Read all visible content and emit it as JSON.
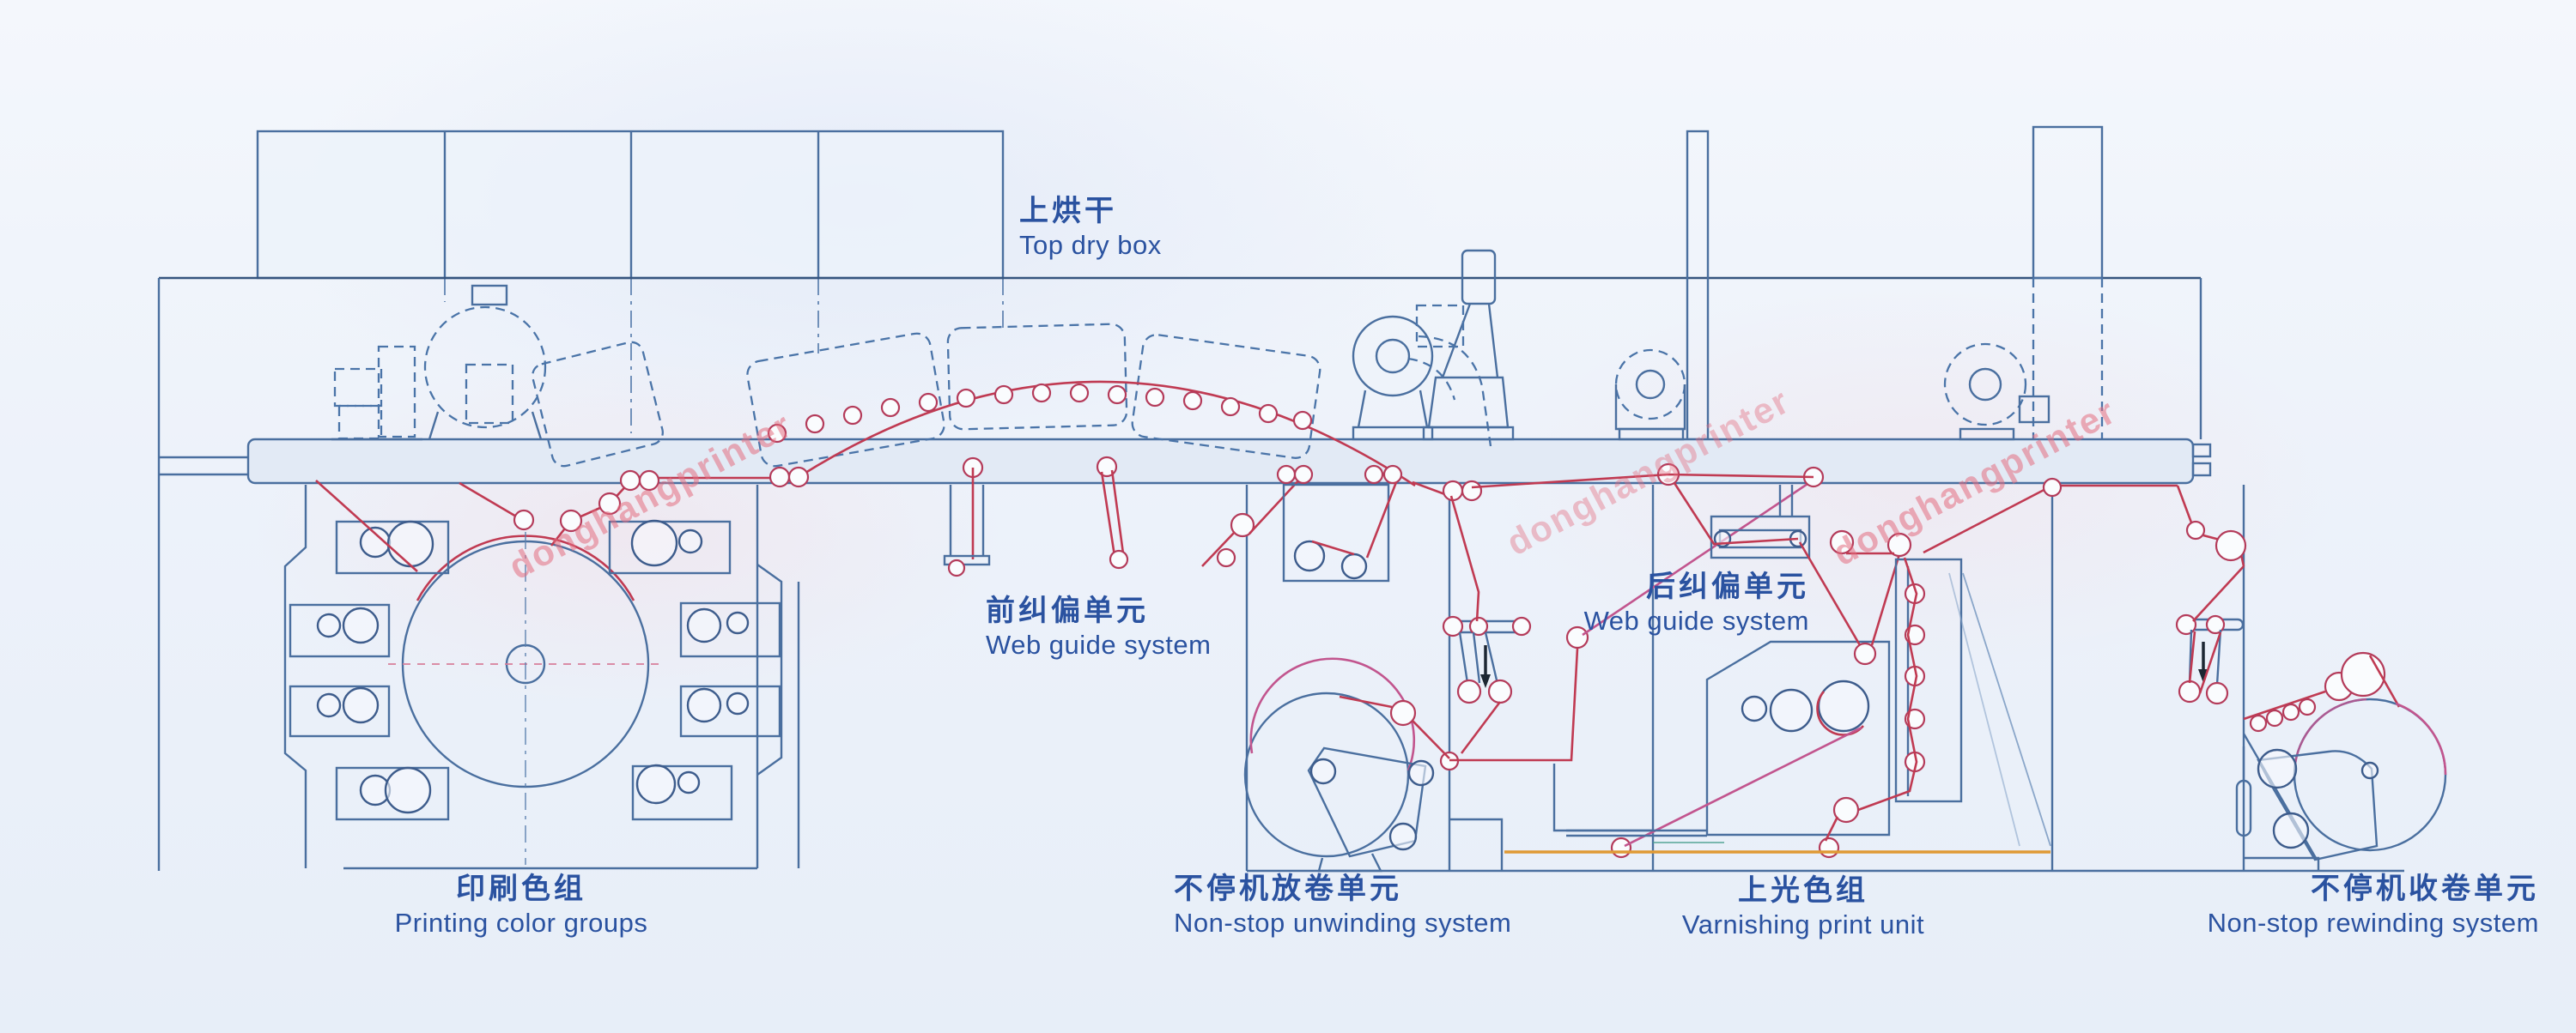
{
  "diagram": {
    "labels": {
      "top_dry_box": {
        "cn": "上烘干",
        "en": "Top dry box"
      },
      "front_web_guide": {
        "cn": "前纠偏单元",
        "en": "Web guide system"
      },
      "rear_web_guide": {
        "cn": "后纠偏单元",
        "en": "Web guide system"
      },
      "printing_color_groups": {
        "cn": "印刷色组",
        "en": "Printing color groups"
      },
      "non_stop_unwinding": {
        "cn": "不停机放卷单元",
        "en": "Non-stop unwinding system"
      },
      "varnishing_print_unit": {
        "cn": "上光色组",
        "en": "Varnishing print unit"
      },
      "non_stop_rewinding": {
        "cn": "不停机收卷单元",
        "en": "Non-stop rewinding system"
      }
    },
    "watermark": {
      "text": "donghangprinter",
      "color": "#e4798c"
    },
    "colors": {
      "line_blue": "#4a6f9f",
      "line_dark_blue": "#35547e",
      "web_red": "#c03a52",
      "reel_pink": "#c2558e",
      "accent_orange": "#e09a35",
      "label_text": "#2a52a0",
      "background": "#edf2fa"
    }
  }
}
